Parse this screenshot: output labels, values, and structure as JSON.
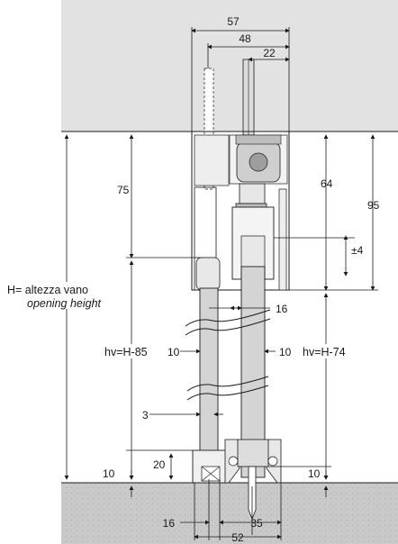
{
  "dimensions": {
    "d57": "57",
    "d48": "48",
    "d22": "22",
    "d75": "75",
    "d64": "64",
    "d95": "95",
    "d_pm4": "±4",
    "d16_top": "16",
    "d10_left": "10",
    "d10_right": "10",
    "d3": "3",
    "d20": "20",
    "d10_bl": "10",
    "d10_br": "10",
    "d16_bottom": "16",
    "d35": "35",
    "d52": "52"
  },
  "labels": {
    "height_it": "H= altezza vano",
    "height_en": "opening height",
    "hv_left": "hv=H-85",
    "hv_right": "hv=H-74"
  },
  "colors": {
    "ceiling": "#e2e2e2",
    "floor": "#c9c9c9",
    "door_panel": "#d4d4d4",
    "line": "#1a1a1a"
  }
}
